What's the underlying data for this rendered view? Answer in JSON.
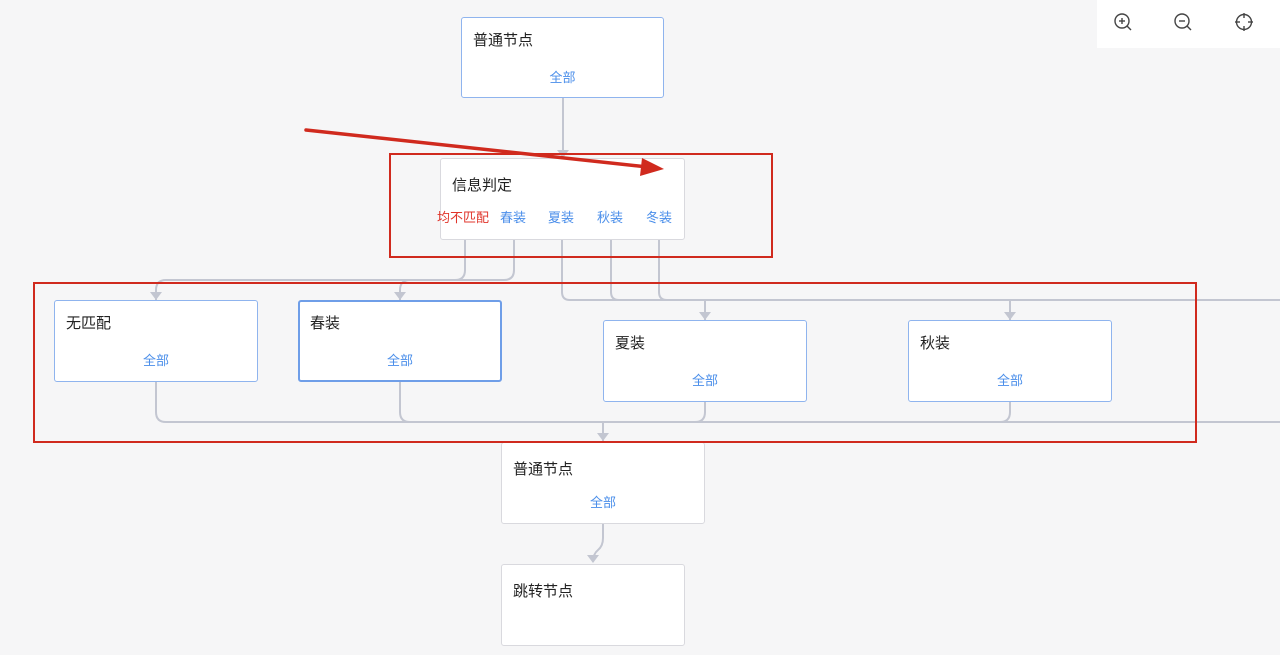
{
  "toolbar": {
    "zoom_in_icon": "zoom-in-icon",
    "zoom_out_icon": "zoom-out-icon",
    "fit_view_icon": "crosshair-icon"
  },
  "nodes": {
    "start": {
      "title": "普通节点",
      "scope": "全部"
    },
    "decision": {
      "title": "信息判定",
      "branches": [
        "均不匹配",
        "春装",
        "夏装",
        "秋装",
        "冬装"
      ]
    },
    "no_match": {
      "title": "无匹配",
      "scope": "全部"
    },
    "spring": {
      "title": "春装",
      "scope": "全部"
    },
    "summer": {
      "title": "夏装",
      "scope": "全部"
    },
    "autumn": {
      "title": "秋装",
      "scope": "全部"
    },
    "merge": {
      "title": "普通节点",
      "scope": "全部"
    },
    "jump": {
      "title": "跳转节点"
    }
  },
  "colors": {
    "node_border": "#8fb4ee",
    "link_text": "#4a8eea",
    "no_match_text": "#e0352b",
    "edge": "#c3c6d1",
    "annotation_red": "#d02a1e"
  }
}
